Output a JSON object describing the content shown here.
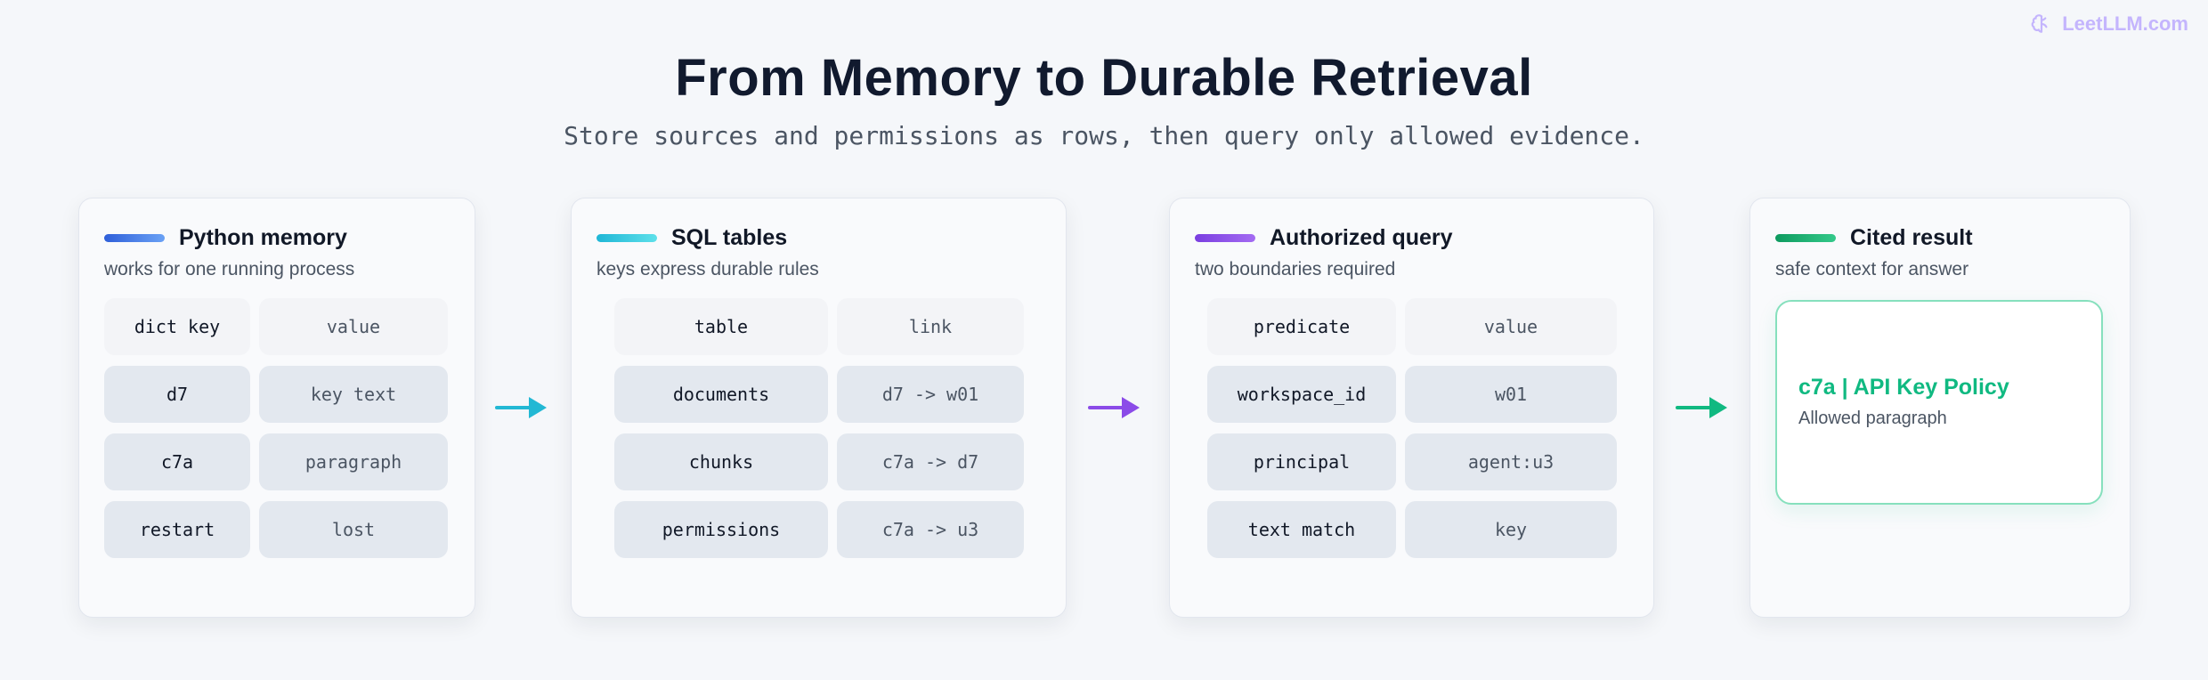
{
  "brand": {
    "label": "LeetLLM.com",
    "icon": "brain-icon",
    "color": "#c4b5fd"
  },
  "title": "From Memory to Durable Retrieval",
  "subtitle": "Store sources and permissions as rows, then query only allowed evidence.",
  "cards": [
    {
      "title": "Python memory",
      "subtitle": "works for one running process",
      "accent": "#3b6fe0",
      "header": [
        "dict key",
        "value"
      ],
      "rows": [
        [
          "d7",
          "key text"
        ],
        [
          "c7a",
          "paragraph"
        ],
        [
          "restart",
          "lost"
        ]
      ]
    },
    {
      "title": "SQL tables",
      "subtitle": "keys express durable rules",
      "accent": "#22c3d9",
      "header": [
        "table",
        "link"
      ],
      "rows": [
        [
          "documents",
          "d7 -> w01"
        ],
        [
          "chunks",
          "c7a -> d7"
        ],
        [
          "permissions",
          "c7a -> u3"
        ]
      ]
    },
    {
      "title": "Authorized query",
      "subtitle": "two boundaries required",
      "accent": "#8b4be8",
      "header": [
        "predicate",
        "value"
      ],
      "rows": [
        [
          "workspace_id",
          "w01"
        ],
        [
          "principal",
          "agent:u3"
        ],
        [
          "text match",
          "key"
        ]
      ]
    },
    {
      "title": "Cited result",
      "subtitle": "safe context for answer",
      "accent": "#16a868",
      "result": {
        "title": "c7a | API Key Policy",
        "subtitle": "Allowed paragraph"
      }
    }
  ],
  "arrows": [
    {
      "icon": "arrow-right-icon",
      "color": "#22b8d4"
    },
    {
      "icon": "arrow-right-icon",
      "color": "#8b4be8"
    },
    {
      "icon": "arrow-right-icon",
      "color": "#10b981"
    }
  ]
}
